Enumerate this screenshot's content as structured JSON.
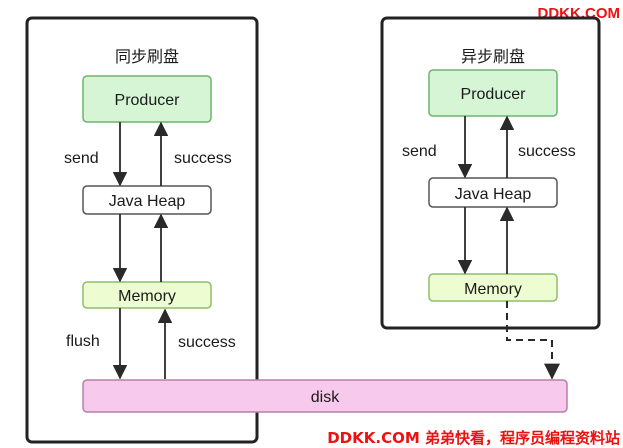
{
  "watermark": {
    "top": "DDKK.COM",
    "bottom": "DDKK.COM 弟弟快看，程序员编程资料站"
  },
  "sync_panel": {
    "title": "同步刷盘",
    "producer": "Producer",
    "java_heap": "Java Heap",
    "memory": "Memory",
    "send_label": "send",
    "success_label_1": "success",
    "flush_label": "flush",
    "success_label_2": "success"
  },
  "async_panel": {
    "title": "异步刷盘",
    "producer": "Producer",
    "java_heap": "Java Heap",
    "memory": "Memory",
    "send_label": "send",
    "success_label": "success"
  },
  "disk_label": "disk",
  "colors": {
    "producer_fill": "#d5f5d5",
    "producer_stroke": "#6fb36f",
    "memory_fill": "#eefcd2",
    "memory_stroke": "#8dbf6a",
    "disk_fill": "#f7c9ec",
    "disk_stroke": "#b780a8",
    "heap_fill": "#ffffff",
    "heap_stroke": "#555555",
    "panel_stroke": "#222222",
    "watermark": "#ee1111"
  }
}
